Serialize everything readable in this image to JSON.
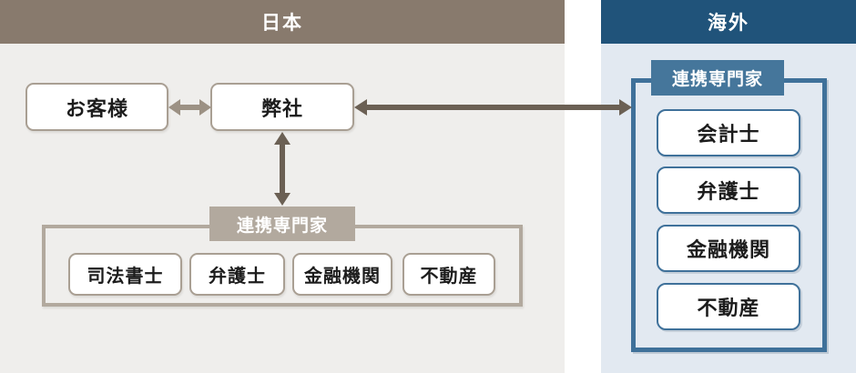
{
  "diagram": {
    "japan": {
      "header": "日本",
      "customer_label": "お客様",
      "company_label": "弊社",
      "partners": {
        "tab": "連携専門家",
        "items": [
          "司法書士",
          "弁護士",
          "金融機関",
          "不動産"
        ]
      }
    },
    "overseas": {
      "header": "海外",
      "partners": {
        "tab": "連携専門家",
        "items": [
          "会計士",
          "弁護士",
          "金融機関",
          "不動産"
        ]
      }
    },
    "colors": {
      "japan_header_bg": "#887a6d",
      "japan_body_bg": "#efeeec",
      "japan_box_border": "#a99f93",
      "japan_tab_bg": "#b2a99e",
      "overseas_header_bg": "#20537a",
      "overseas_body_bg": "#e2e9f1",
      "overseas_border": "#3f719a",
      "overseas_tab_bg": "#45769b",
      "arrow_light": "#9c9184",
      "arrow_dark": "#6b6054"
    }
  }
}
